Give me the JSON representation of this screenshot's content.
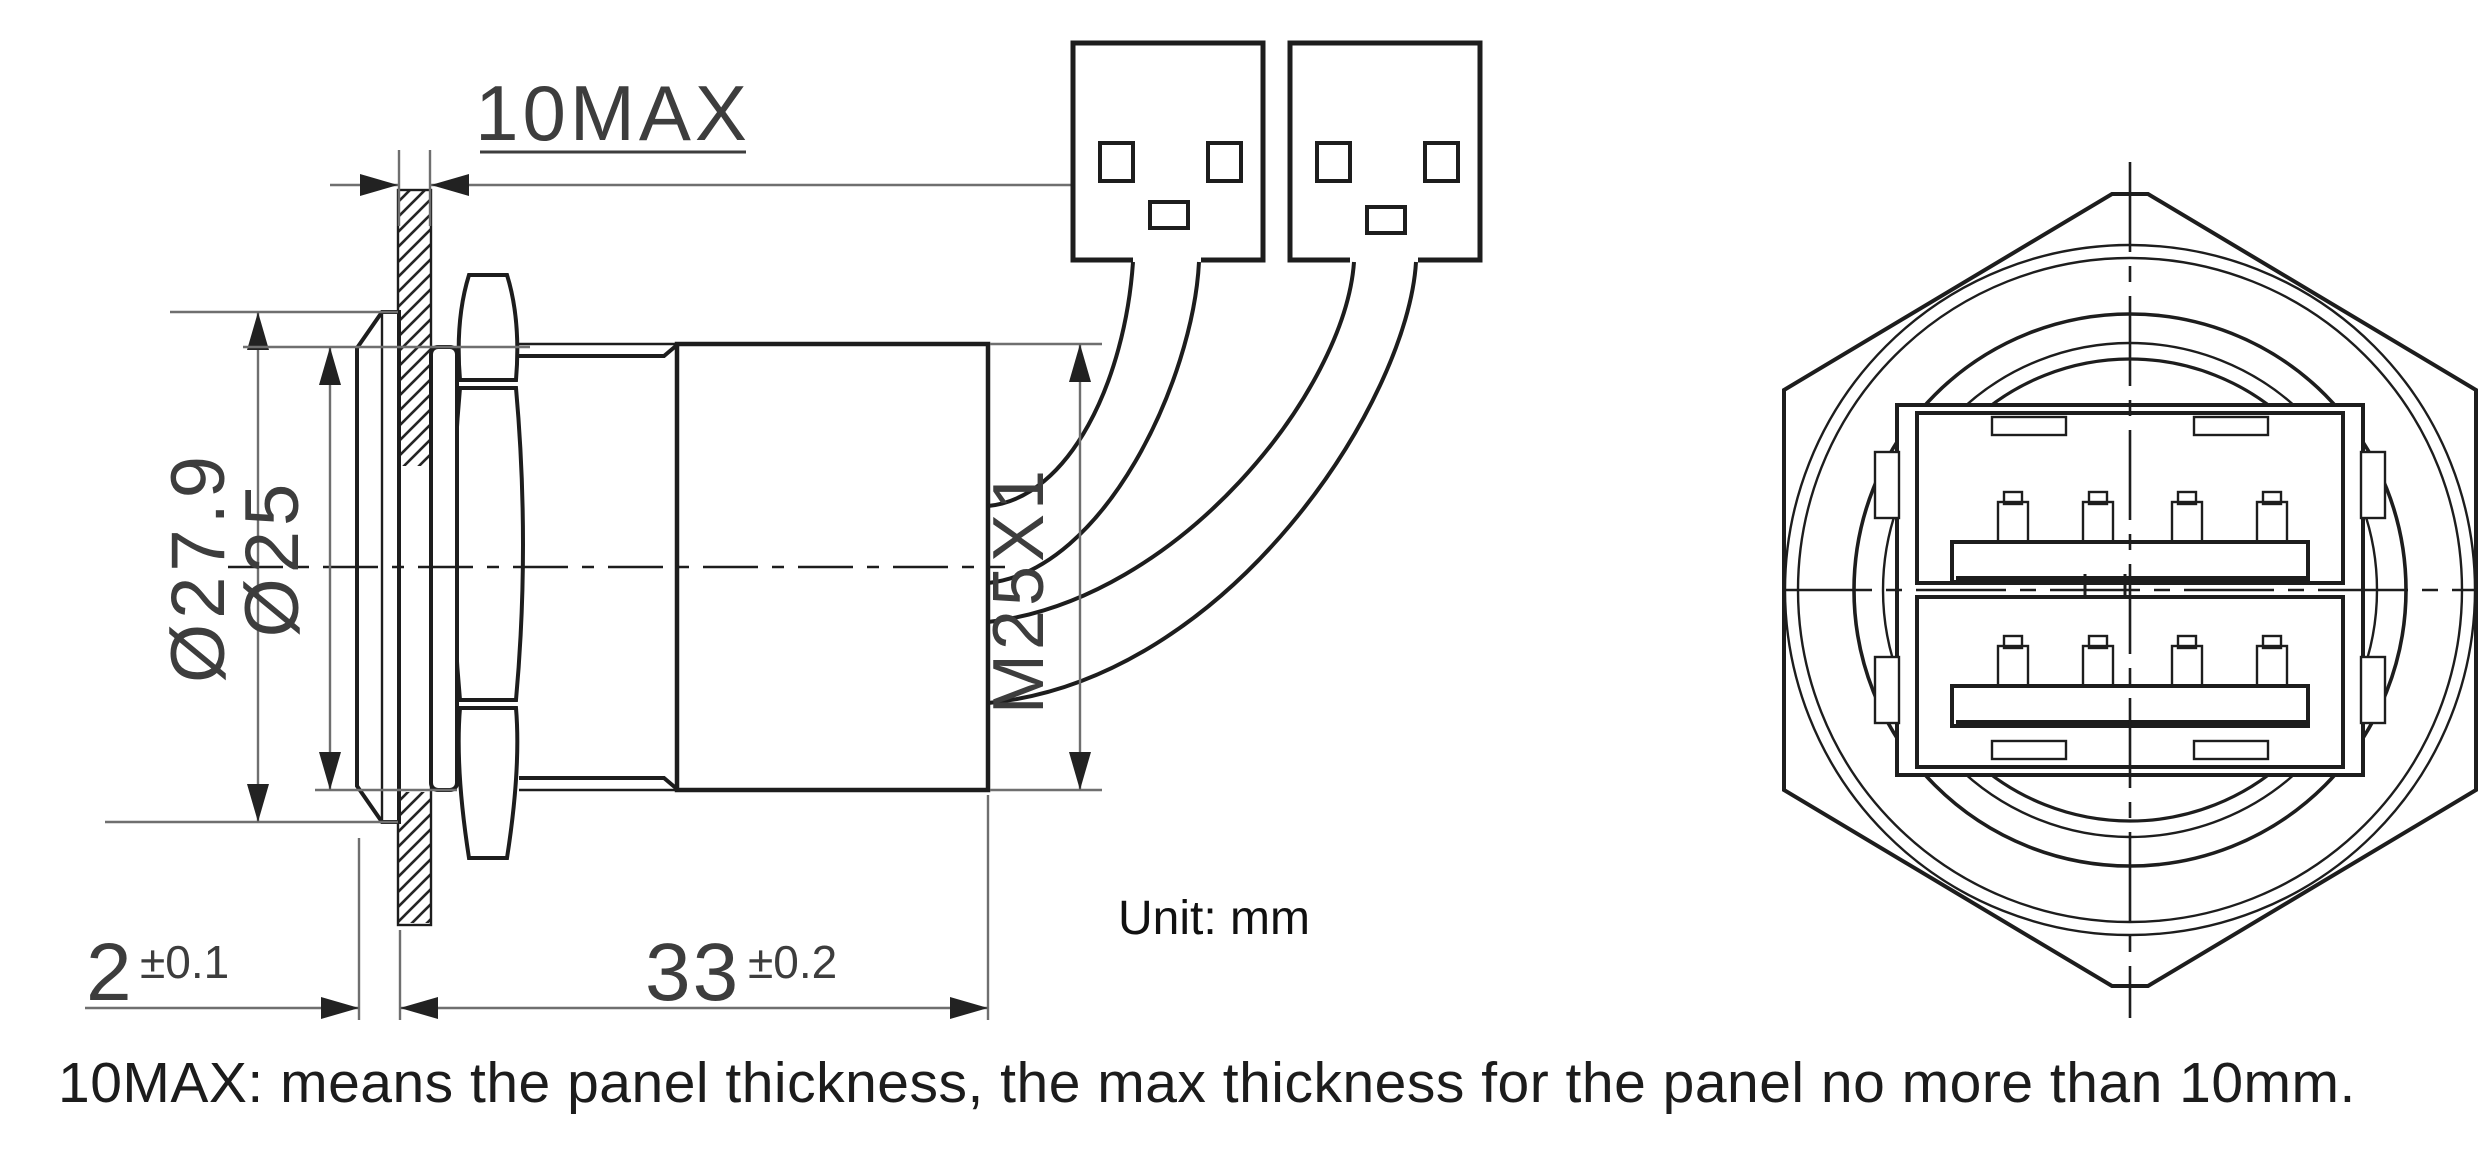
{
  "drawing": {
    "caption": "10MAX: means the panel thickness, the max thickness for the panel no more than 10mm.",
    "unit_label": "Unit: mm",
    "side_view": {
      "dim_panel_thickness": "10MAX",
      "dim_bezel_diameter": "Ø27.9",
      "dim_gasket_diameter": "Ø25",
      "dim_thread": "M25X1",
      "dim_front_length": "2",
      "dim_front_tolerance": "±0.1",
      "dim_body_length": "33",
      "dim_body_tolerance": "±0.2"
    },
    "colors": {
      "background": "#ffffff",
      "object_line": "#1d1d1d",
      "dimension_line": "#6f6f6f",
      "dimension_text": "#3d3d3d",
      "caption_text": "#1c1c1c"
    }
  }
}
